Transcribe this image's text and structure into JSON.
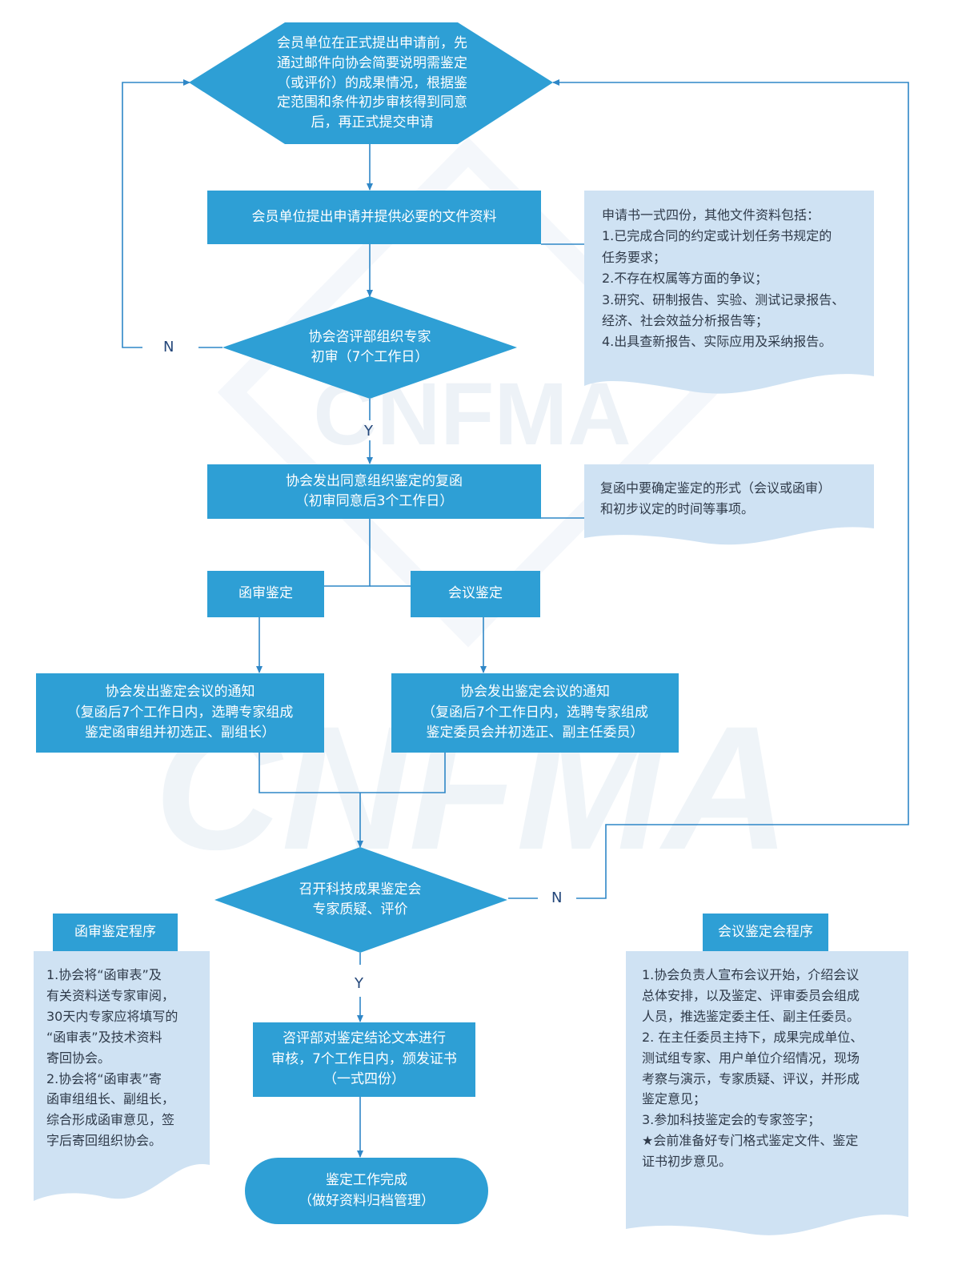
{
  "watermark": "CNFMA",
  "colors": {
    "node": "#2e9fd5",
    "note_bg": "#cfe2f3",
    "line": "#2f87c7",
    "text_dark": "#2f3a49"
  },
  "nodes": {
    "start": "会员单位在正式提出申请前，先\n通过邮件向协会简要说明需鉴定\n（或评价）的成果情况，根据鉴\n定范围和条件初步审核得到同意\n后，再正式提交申请",
    "apply": "会员单位提出申请并提供必要的文件资料",
    "review": "协会咨评部组织专家\n初审（7个工作日）",
    "reply": "协会发出同意组织鉴定的复函\n（初审同意后3个工作日）",
    "letter_review": "函审鉴定",
    "meeting_review": "会议鉴定",
    "notice_letter": "协会发出鉴定会议的通知\n（复函后7个工作日内，选聘专家组成\n鉴定函审组并初选正、副组长）",
    "notice_meeting": "协会发出鉴定会议的通知\n（复函后7个工作日内，选聘专家组成\n鉴定委员会并初选正、副主任委员）",
    "convene": "召开科技成果鉴定会\n专家质疑、评价",
    "certify": "咨评部对鉴定结论文本进行\n审核，7个工作日内，颁发证书\n（一式四份）",
    "finish": "鉴定工作完成\n（做好资料归档管理）"
  },
  "labels": {
    "n1": "N",
    "y1": "Y",
    "n2": "N",
    "y2": "Y"
  },
  "notes": {
    "docs": "申请书一式四份，其他文件资料包括：\n1.已完成合同的约定或计划任务书规定的\n任务要求；\n2.不存在权属等方面的争议；\n3.研究、研制报告、实验、测试记录报告、\n经济、社会效益分析报告等；\n4.出具查新报告、实际应用及采纳报告。",
    "reply_note": "复函中要确定鉴定的形式（会议或函审）\n和初步议定的时间等事项。",
    "letter_title": "函审鉴定程序",
    "letter_body": "1.协会将“函审表”及\n有关资料送专家审阅，\n30天内专家应将填写的\n“函审表”及技术资料\n寄回协会。\n2.协会将“函审表”寄\n函审组组长、副组长，\n综合形成函审意见，签\n字后寄回组织协会。",
    "meeting_title": "会议鉴定会程序",
    "meeting_body": "1.协会负责人宣布会议开始，介绍会议\n总体安排，以及鉴定、评审委员会组成\n人员，推选鉴定委主任、副主任委员。\n2. 在主任委员主持下，成果完成单位、\n测试组专家、用户单位介绍情况，现场\n考察与演示，专家质疑、评议，并形成\n鉴定意见；\n3.参加科技鉴定会的专家签字；\n★会前准备好专门格式鉴定文件、鉴定\n证书初步意见。"
  }
}
